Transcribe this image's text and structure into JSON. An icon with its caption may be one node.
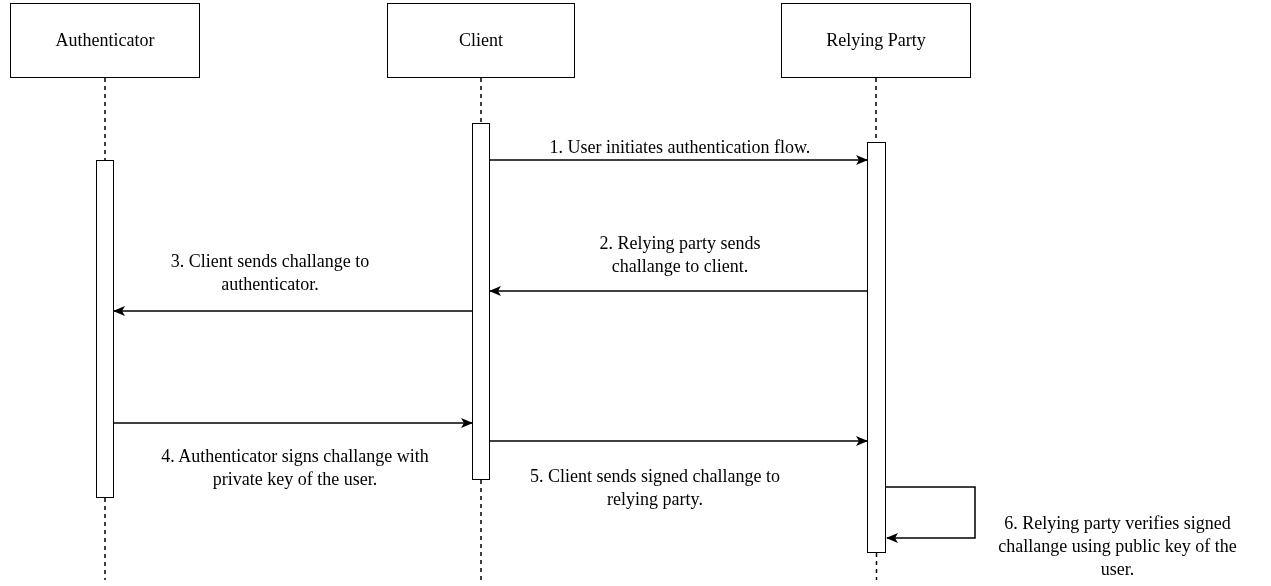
{
  "diagram": {
    "nodes": [
      {
        "text": [
          "Authenticator"
        ]
      },
      {
        "text": [
          "Client"
        ]
      },
      {
        "text": [
          "Relying Party"
        ]
      },
      {
        "text": [],
        "shape": "bar"
      },
      {
        "text": [],
        "shape": "bar"
      },
      {
        "text": [],
        "shape": "bar"
      }
    ],
    "edges": [
      {
        "from": 0,
        "to": 3,
        "arrow": "none",
        "style": "dashed"
      },
      {
        "from": 1,
        "to": 4,
        "arrow": "none",
        "style": "dashed"
      },
      {
        "from": 2,
        "to": 5,
        "arrow": "none",
        "style": "dashed"
      },
      {
        "from": 4,
        "to": 5,
        "arrow": "to",
        "label": "1. User initiates authentication flow."
      },
      {
        "from": 5,
        "to": 4,
        "arrow": "to",
        "label": "2. Relying party sends challange to client."
      },
      {
        "from": 4,
        "to": 3,
        "arrow": "to",
        "label": "3. Client sends challange to authenticator."
      },
      {
        "from": 3,
        "to": 4,
        "arrow": "to",
        "label": "4. Authenticator signs challange with private key of the user."
      },
      {
        "from": 4,
        "to": 5,
        "arrow": "to",
        "label": "5. Client sends signed challange to relying party."
      },
      {
        "from": 5,
        "to": 5,
        "arrow": "to",
        "label": "6. Relying party verifies signed challange using public key of the user."
      }
    ]
  }
}
